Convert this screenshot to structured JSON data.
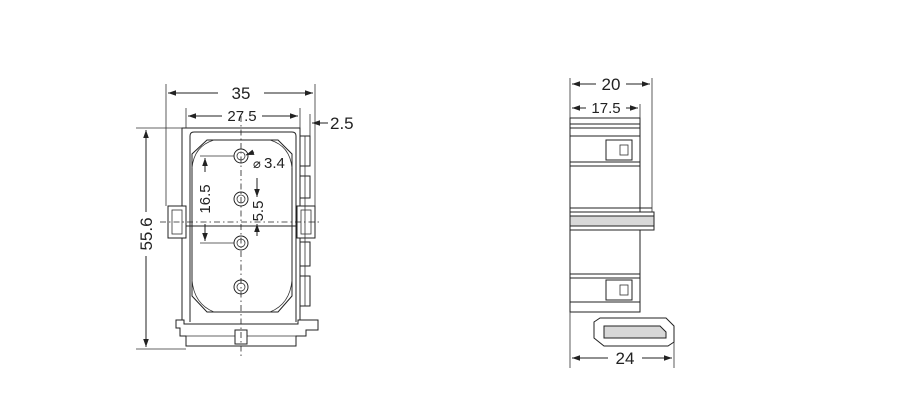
{
  "front_view": {
    "dims": {
      "width_outer": "35",
      "width_inner": "27.5",
      "flange": "2.5",
      "height": "55.6",
      "hole_pitch_span": "16.5",
      "hole_pitch": "5.5",
      "hole_diameter": "3.4",
      "diameter_symbol": "⌀"
    }
  },
  "side_view": {
    "dims": {
      "depth_outer": "20",
      "depth_inner": "17.5",
      "depth_base": "24"
    }
  }
}
